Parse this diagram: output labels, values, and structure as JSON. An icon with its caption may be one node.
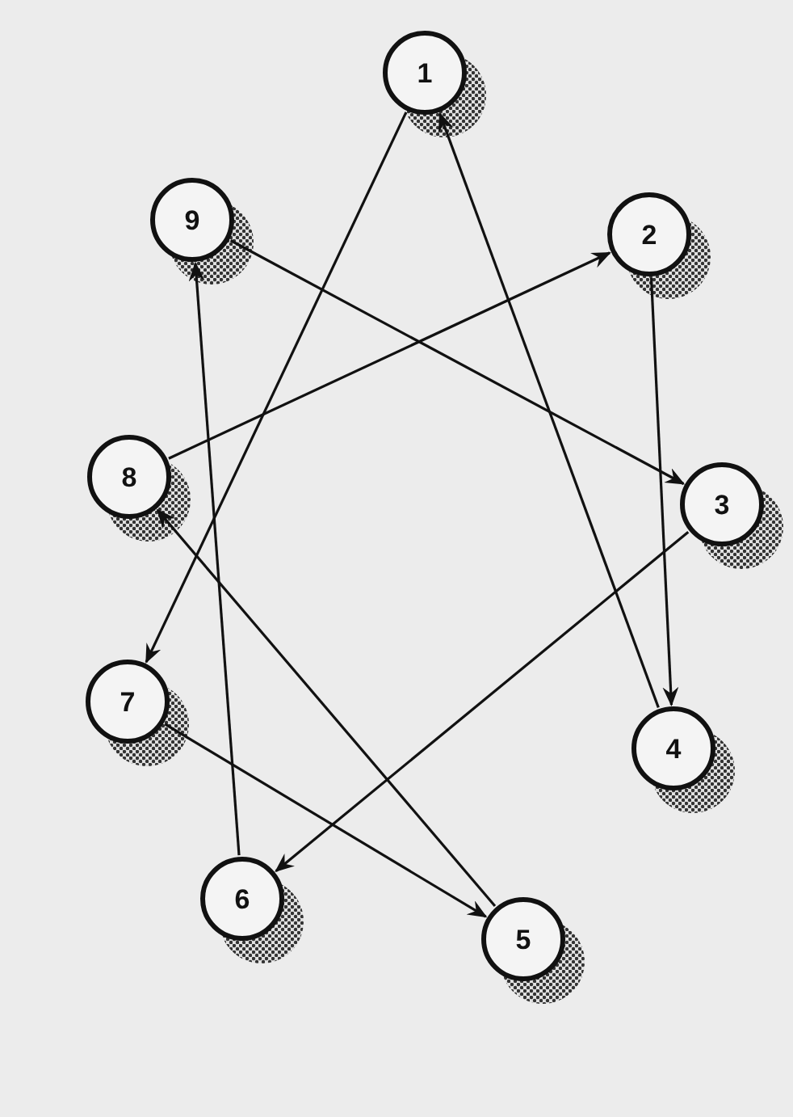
{
  "diagram": {
    "nodes": [
      {
        "text": [
          "1"
        ]
      },
      {
        "text": [
          "9"
        ]
      },
      {
        "text": [
          "2"
        ]
      },
      {
        "text": [
          "8"
        ]
      },
      {
        "text": [
          "3"
        ]
      },
      {
        "text": [
          "7"
        ]
      },
      {
        "text": [
          "4"
        ]
      },
      {
        "text": [
          "6"
        ]
      },
      {
        "text": [
          "5"
        ]
      }
    ],
    "edges": [
      {
        "from": 0,
        "to": 5,
        "arrow": "to"
      },
      {
        "from": 6,
        "to": 0,
        "arrow": "to"
      },
      {
        "from": 1,
        "to": 4,
        "arrow": "to"
      },
      {
        "from": 3,
        "to": 2,
        "arrow": "to"
      },
      {
        "from": 2,
        "to": 6,
        "arrow": "to"
      },
      {
        "from": 4,
        "to": 7,
        "arrow": "to"
      },
      {
        "from": 5,
        "to": 8,
        "arrow": "to"
      },
      {
        "from": 8,
        "to": 3,
        "arrow": "to"
      },
      {
        "from": 7,
        "to": 1,
        "arrow": "to"
      }
    ]
  }
}
